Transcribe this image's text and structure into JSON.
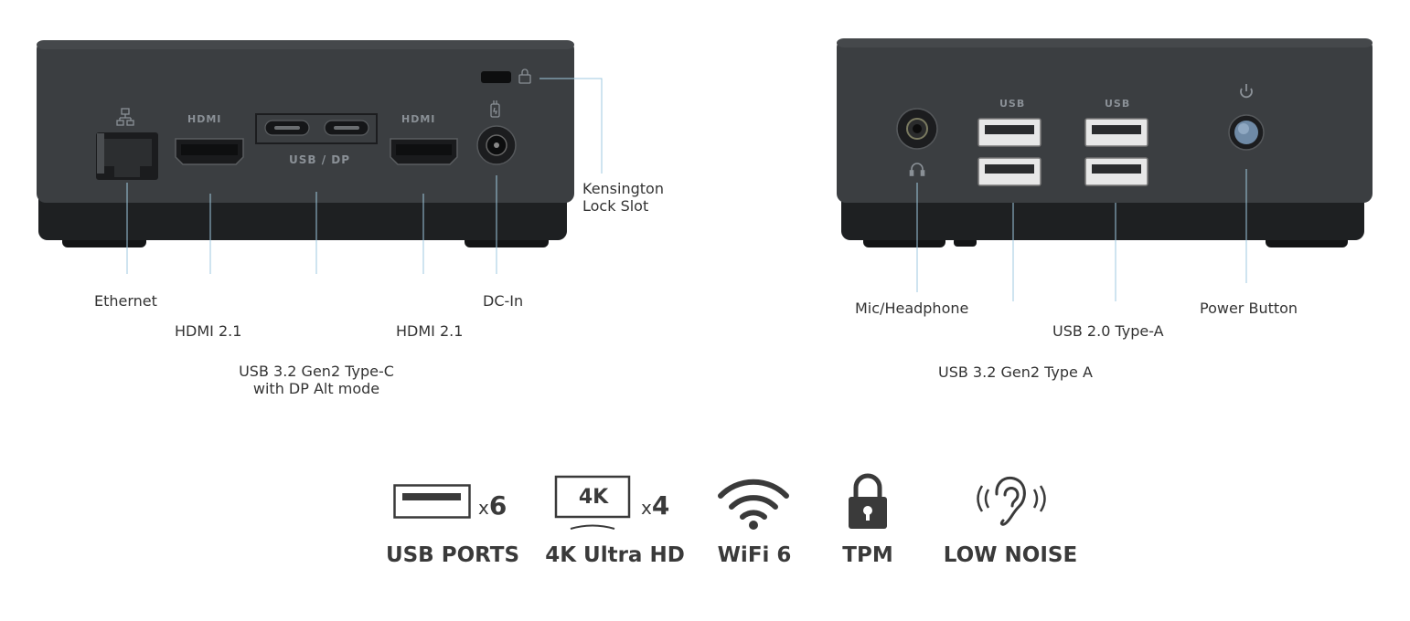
{
  "left_device": {
    "port_labels": {
      "hdmi_a": "HDMI",
      "hdmi_b": "HDMI",
      "usb_dp": "USB / DP"
    },
    "callouts": {
      "ethernet": "Ethernet",
      "hdmi_1": "HDMI 2.1",
      "usbc_line1": "USB 3.2 Gen2 Type-C",
      "usbc_line2": "with DP Alt mode",
      "hdmi_2": "HDMI 2.1",
      "dc_in": "DC-In",
      "kensington_line1": "Kensington",
      "kensington_line2": "Lock Slot"
    }
  },
  "right_device": {
    "port_labels": {
      "usb_a": "USB",
      "usb_b": "USB"
    },
    "callouts": {
      "mic": "Mic/Headphone",
      "usb32": "USB 3.2 Gen2 Type A",
      "usb20": "USB 2.0 Type-A",
      "power": "Power Button"
    }
  },
  "features": {
    "usb": {
      "badge": "6",
      "badge_prefix": "x",
      "title": "USB PORTS"
    },
    "uhd": {
      "icon_text": "4K",
      "badge": "4",
      "badge_prefix": "x",
      "title": "4K Ultra HD"
    },
    "wifi": {
      "title": "WiFi 6"
    },
    "tpm": {
      "title": "TPM"
    },
    "noise": {
      "title": "LOW NOISE"
    }
  },
  "colors": {
    "device_body": "#3a3d40",
    "device_bottom": "#1c1e20",
    "callout_line": "#9fc9e0",
    "feature_icon": "#3a3a3a"
  }
}
